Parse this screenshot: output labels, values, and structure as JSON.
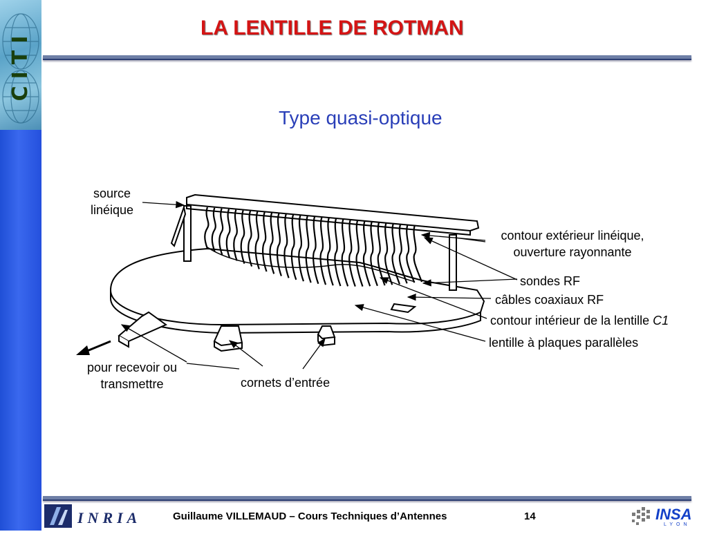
{
  "slide": {
    "title": "LA LENTILLE DE ROTMAN",
    "subtitle": "Type quasi-optique",
    "page_number": "14",
    "footer": "Guillaume VILLEMAUD – Cours Techniques d’Antennes"
  },
  "logos": {
    "left": "CITI",
    "bottom_left": "INRIA",
    "bottom_right": "INSA",
    "bottom_right_sub": "LYON"
  },
  "labels": {
    "source_line1": "source",
    "source_line2": "linéique",
    "contour_ext_line1": "contour extérieur linéique,",
    "contour_ext_line2": "ouverture rayonnante",
    "sondes": "sondes RF",
    "cables": "câbles coaxiaux RF",
    "contour_int": "contour intérieur de la lentille ",
    "contour_int_italic": "C1",
    "lentille": "lentille à plaques parallèles",
    "recevoir_line1": "pour recevoir ou",
    "recevoir_line2": "transmettre",
    "cornets": "cornets d’entrée"
  },
  "colors": {
    "title": "#d41414",
    "subtitle": "#2a3fb8",
    "sidebar": "#2f5be4"
  }
}
